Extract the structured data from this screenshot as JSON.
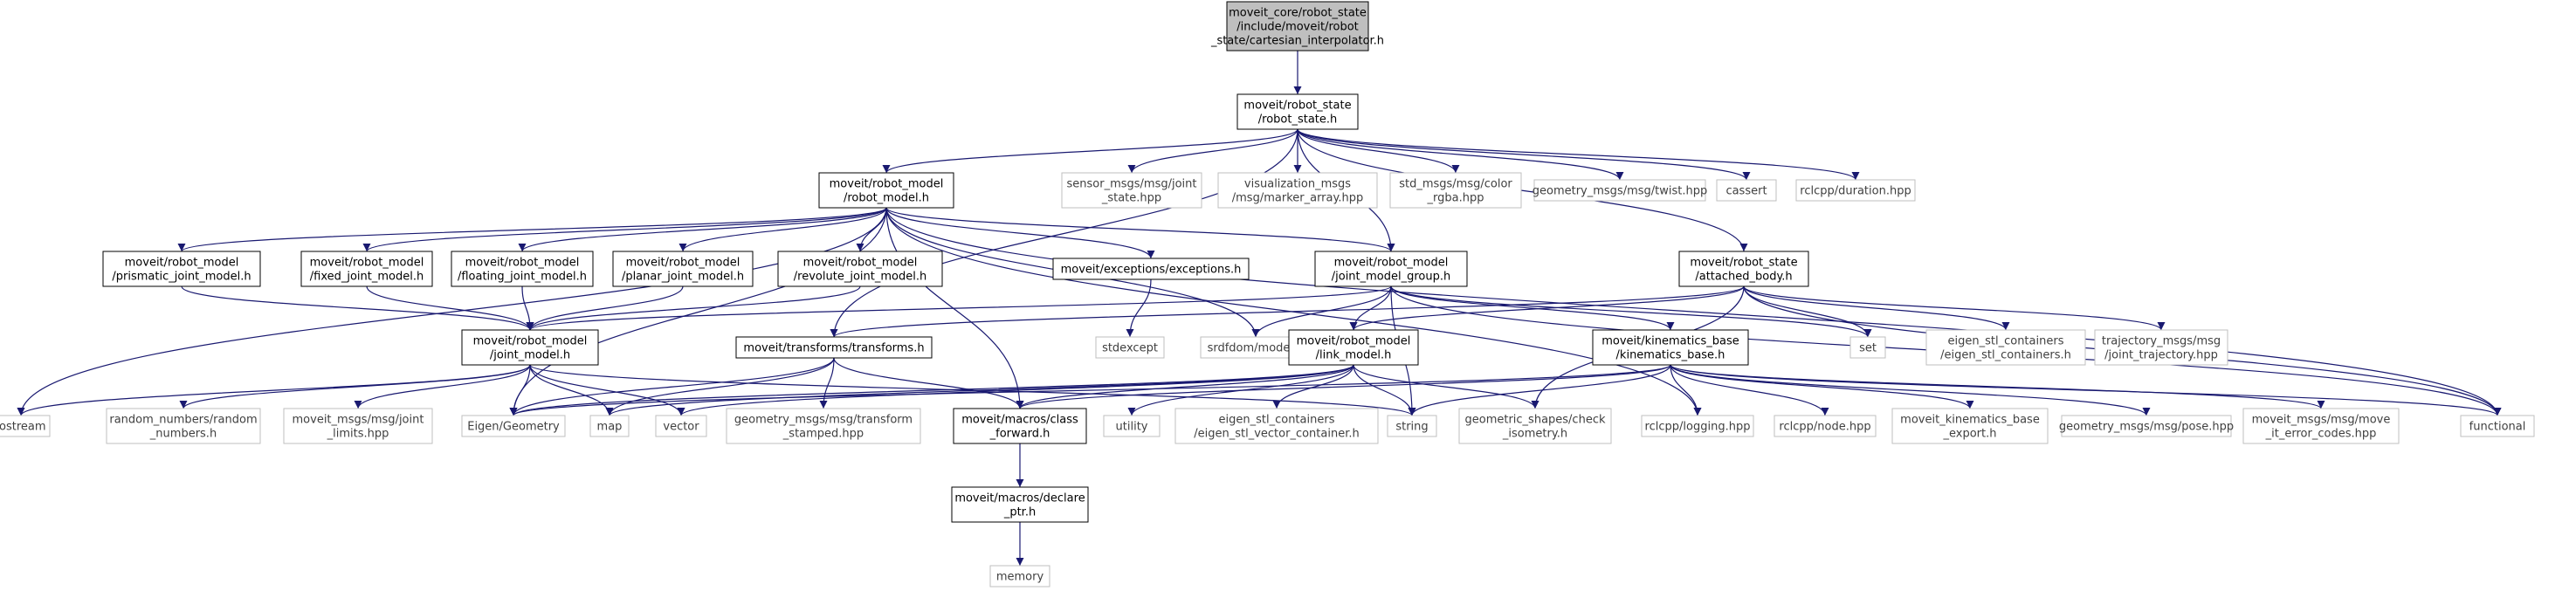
{
  "colors": {
    "edge": "#191970",
    "node_border": "#000000",
    "external_border": "#bfbfbf",
    "root_fill": "#bfbfbf",
    "text": "#000000",
    "external_text": "#3f3f3f"
  },
  "graph": {
    "nodes": {
      "root": [
        "moveit_core/robot_state",
        "/include/moveit/robot",
        "_state/cartesian_interpolator.h"
      ],
      "robot_state": [
        "moveit/robot_state",
        "/robot_state.h"
      ],
      "robot_model": [
        "moveit/robot_model",
        "/robot_model.h"
      ],
      "sensor_msgs": [
        "sensor_msgs/msg/joint",
        "_state.hpp"
      ],
      "viz_msgs": [
        "visualization_msgs",
        "/msg/marker_array.hpp"
      ],
      "std_msgs": [
        "std_msgs/msg/color",
        "_rgba.hpp"
      ],
      "twist": [
        "geometry_msgs/msg/twist.hpp"
      ],
      "cassert": [
        "cassert"
      ],
      "duration": [
        "rclcpp/duration.hpp"
      ],
      "prismatic": [
        "moveit/robot_model",
        "/prismatic_joint_model.h"
      ],
      "fixed": [
        "moveit/robot_model",
        "/fixed_joint_model.h"
      ],
      "floating": [
        "moveit/robot_model",
        "/floating_joint_model.h"
      ],
      "planar": [
        "moveit/robot_model",
        "/planar_joint_model.h"
      ],
      "revolute": [
        "moveit/robot_model",
        "/revolute_joint_model.h"
      ],
      "exceptions": [
        "moveit/exceptions/exceptions.h"
      ],
      "jmg": [
        "moveit/robot_model",
        "/joint_model_group.h"
      ],
      "attached": [
        "moveit/robot_state",
        "/attached_body.h"
      ],
      "joint_model": [
        "moveit/robot_model",
        "/joint_model.h"
      ],
      "transforms": [
        "moveit/transforms/transforms.h"
      ],
      "stdexcept": [
        "stdexcept"
      ],
      "srdfdom": [
        "srdfdom/model.h"
      ],
      "link_model": [
        "moveit/robot_model",
        "/link_model.h"
      ],
      "kinematics": [
        "moveit/kinematics_base",
        "/kinematics_base.h"
      ],
      "set": [
        "set"
      ],
      "eigen_containers": [
        "eigen_stl_containers",
        "/eigen_stl_containers.h"
      ],
      "traj_msgs": [
        "trajectory_msgs/msg",
        "/joint_trajectory.hpp"
      ],
      "iostream": [
        "iostream"
      ],
      "random_numbers": [
        "random_numbers/random",
        "_numbers.h"
      ],
      "limits": [
        "moveit_msgs/msg/joint",
        "_limits.hpp"
      ],
      "eigen_geometry": [
        "Eigen/Geometry"
      ],
      "map": [
        "map"
      ],
      "vector": [
        "vector"
      ],
      "transform_stamped": [
        "geometry_msgs/msg/transform",
        "_stamped.hpp"
      ],
      "class_forward": [
        "moveit/macros/class",
        "_forward.h"
      ],
      "utility": [
        "utility"
      ],
      "eigen_vector": [
        "eigen_stl_containers",
        "/eigen_stl_vector_container.h"
      ],
      "string": [
        "string"
      ],
      "check_iso": [
        "geometric_shapes/check",
        "_isometry.h"
      ],
      "logging": [
        "rclcpp/logging.hpp"
      ],
      "node": [
        "rclcpp/node.hpp"
      ],
      "kin_export": [
        "moveit_kinematics_base",
        "_export.h"
      ],
      "pose": [
        "geometry_msgs/msg/pose.hpp"
      ],
      "error_codes": [
        "moveit_msgs/msg/move",
        "_it_error_codes.hpp"
      ],
      "functional": [
        "functional"
      ],
      "declare_ptr": [
        "moveit/macros/declare",
        "_ptr.h"
      ],
      "memory": [
        "memory"
      ]
    }
  }
}
